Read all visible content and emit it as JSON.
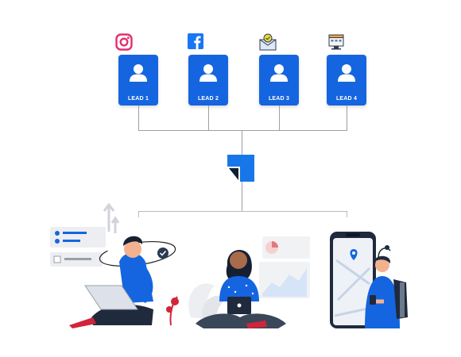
{
  "leads": [
    {
      "label": "LEAD 1",
      "source_icon": "instagram-icon"
    },
    {
      "label": "LEAD 2",
      "source_icon": "facebook-icon"
    },
    {
      "label": "LEAD 3",
      "source_icon": "email-icon"
    },
    {
      "label": "LEAD 4",
      "source_icon": "web-form-icon"
    }
  ],
  "hub": {
    "icon": "crm-logo-icon"
  },
  "colors": {
    "accent": "#1565e0",
    "connector": "#9aa0a6",
    "instagram": "#e1306c",
    "facebook": "#1877f2"
  },
  "illustrations": [
    "person-with-laptop",
    "woman-with-laptop",
    "man-with-phone-map"
  ]
}
